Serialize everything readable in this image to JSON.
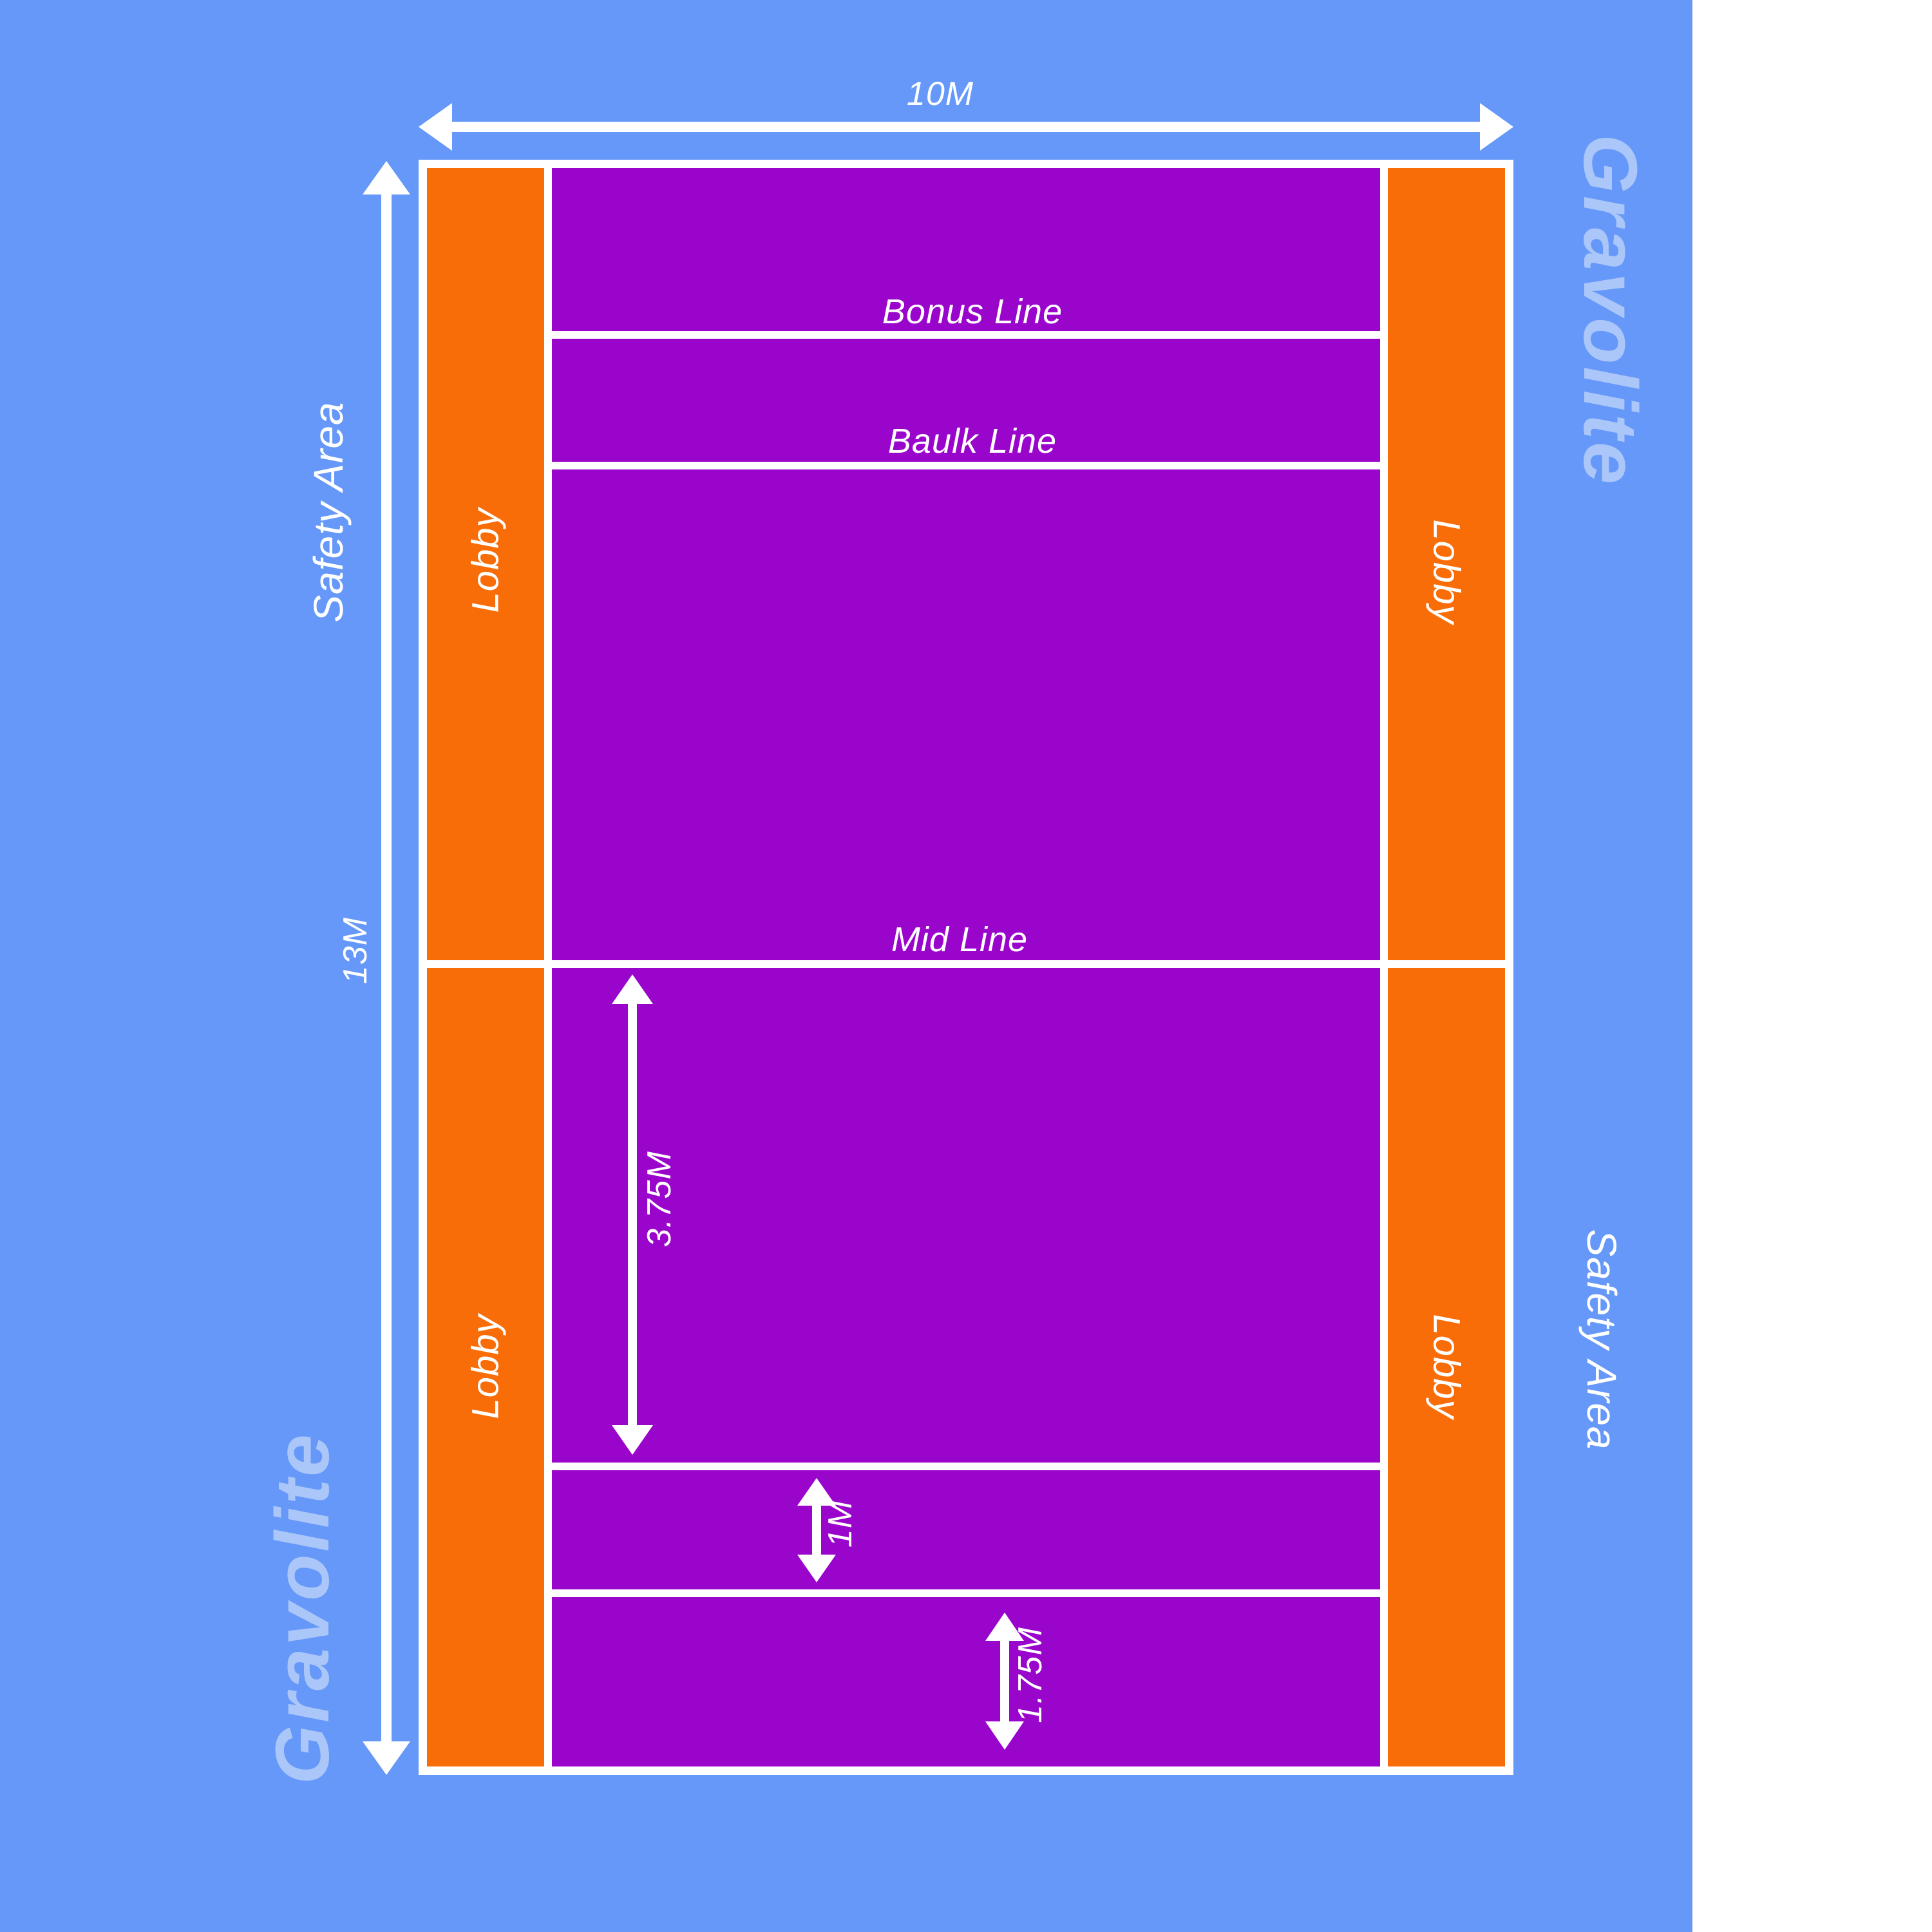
{
  "brand": {
    "watermark": "Gravolite"
  },
  "dimensions": {
    "court_width": "10M",
    "court_length": "13M",
    "mid_to_baulk": "3.75M",
    "baulk_to_bonus": "1M",
    "bonus_to_end": "1.75M"
  },
  "labels": {
    "bonus_line": "Bonus Line",
    "baulk_line": "Baulk Line",
    "mid_line": "Mid Line",
    "lobby": "Lobby",
    "safety_area": "Safety Area"
  },
  "colors": {
    "background_blue": "#6598F8",
    "lobby_orange": "#F96D09",
    "court_purple": "#9A05CB",
    "line_white": "#FFFFFF",
    "watermark_light_blue": "#ABC6F9"
  }
}
